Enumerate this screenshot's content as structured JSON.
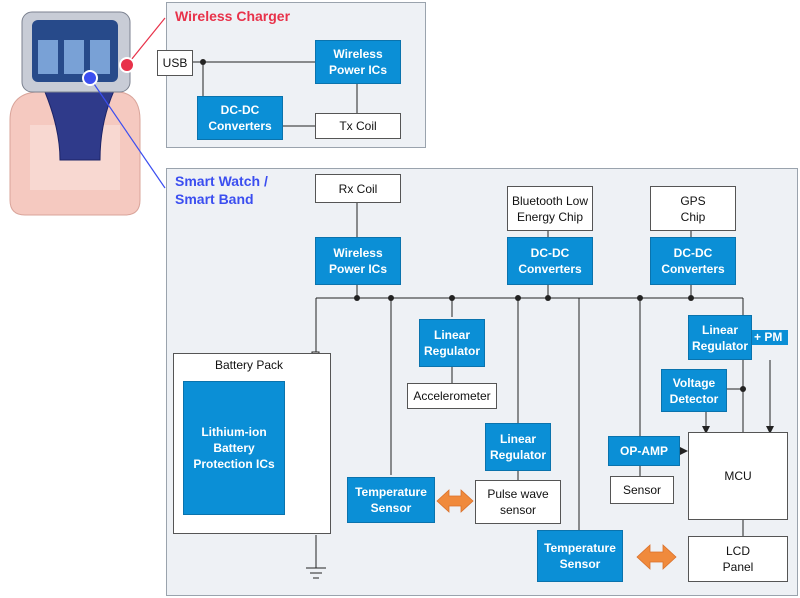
{
  "charger": {
    "title": "Wireless Charger",
    "title_color": "#e8324a",
    "usb": "USB",
    "power_ics": "Wireless\nPower ICs",
    "dcdc": "DC-DC\nConverters",
    "tx_coil": "Tx Coil"
  },
  "watch": {
    "title": "Smart Watch /\nSmart Band",
    "title_color": "#3b4ef0",
    "rx_coil": "Rx Coil",
    "power_ics": "Wireless\nPower ICs",
    "bluetooth": "Bluetooth Low\nEnergy Chip",
    "bt_dcdc": "DC-DC\nConverters",
    "gps": "GPS\nChip",
    "gps_dcdc": "DC-DC\nConverters",
    "linear_pm": "Linear\nRegulator",
    "pm_suffix": "+ PM",
    "linear_acc": "Linear\nRegulator",
    "accelerometer": "Accelerometer",
    "voltage_detector": "Voltage\nDetector",
    "battery_pack": "Battery Pack",
    "protection_ics": "Lithium-ion\nBattery\nProtection ICs",
    "linear_pulse": "Linear\nRegulator",
    "opamp": "OP-AMP",
    "mcu": "MCU",
    "sensor": "Sensor",
    "temp_sensor_1": "Temperature\nSensor",
    "pulse_sensor": "Pulse wave\nsensor",
    "temp_sensor_2": "Temperature\nSensor",
    "lcd": "LCD\nPanel"
  },
  "colors": {
    "block_blue": "#0b8fd6",
    "panel_bg": "#eef1f5",
    "arrow_orange": "#f08a3c"
  }
}
